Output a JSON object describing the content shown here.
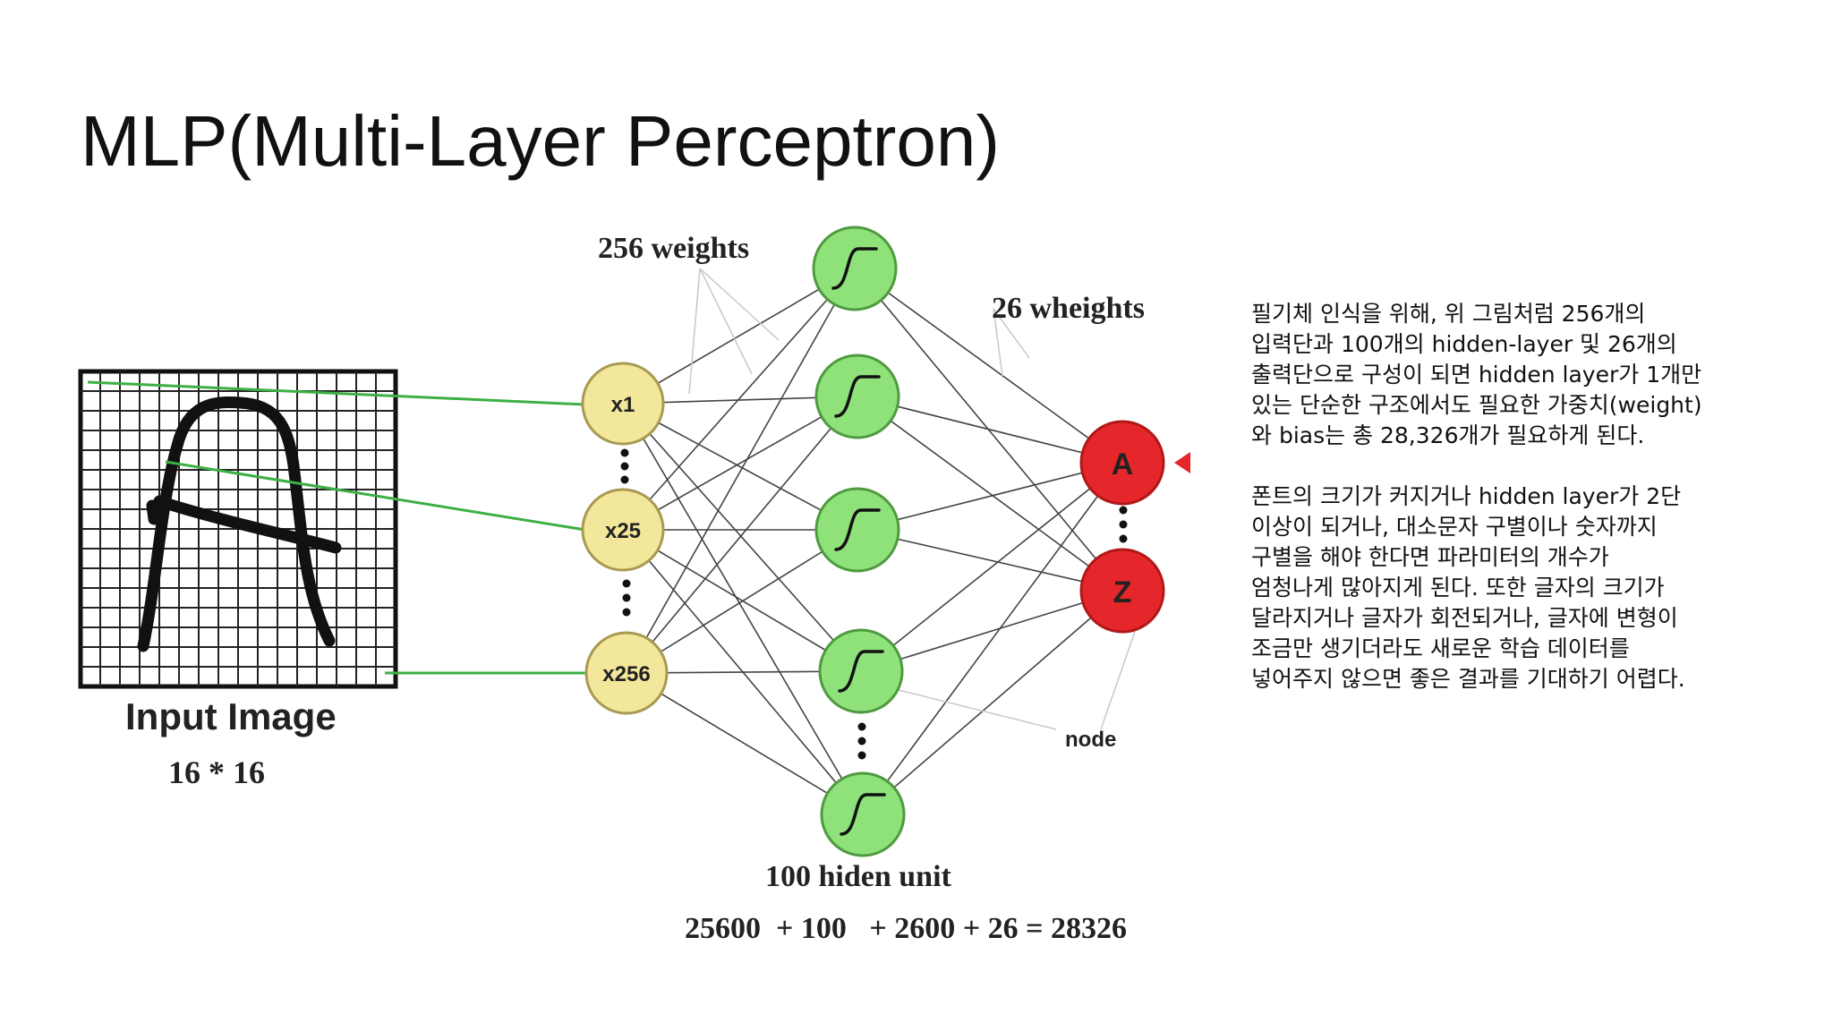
{
  "slide": {
    "title": "MLP(Multi-Layer Perceptron)"
  },
  "diagram": {
    "input_label": "Input Image",
    "input_size": "16 * 16",
    "weights_label_1": "256 weights",
    "weights_label_2": "26 wheights",
    "hidden_label": "100 hiden unit",
    "node_label": "node",
    "formula": "25600  + 100   + 2600 + 26 = 28326",
    "input_nodes": [
      "x1",
      "x25",
      "x256"
    ],
    "output_nodes": [
      "A",
      "Z"
    ],
    "colors": {
      "input_node": "#f3e79b",
      "hidden_node": "#8fe27a",
      "output_node": "#e5272b",
      "grid_line_green": "#3cb043"
    },
    "icons": [
      "handwritten-A-glyph",
      "sigmoid-icon",
      "ellipsis-dots",
      "red-pointer-arrow"
    ]
  },
  "description": {
    "paragraph_1": [
      "필기체 인식을 위해, 위 그림처럼 256개의",
      "입력단과 100개의 hidden-layer 및 26개의",
      "출력단으로 구성이 되면 hidden layer가 1개만",
      "있는 단순한 구조에서도 필요한 가중치(weight)",
      "와 bias는 총 28,326개가 필요하게 된다."
    ],
    "paragraph_2": [
      "폰트의 크기가 커지거나 hidden layer가 2단",
      "이상이 되거나, 대소문자 구별이나 숫자까지",
      "구별을 해야 한다면 파라미터의 개수가",
      "엄청나게 많아지게 된다. 또한 글자의 크기가",
      "달라지거나 글자가 회전되거나, 글자에 변형이",
      "조금만 생기더라도 새로운 학습 데이터를",
      "넣어주지 않으면 좋은 결과를 기대하기 어렵다."
    ]
  }
}
